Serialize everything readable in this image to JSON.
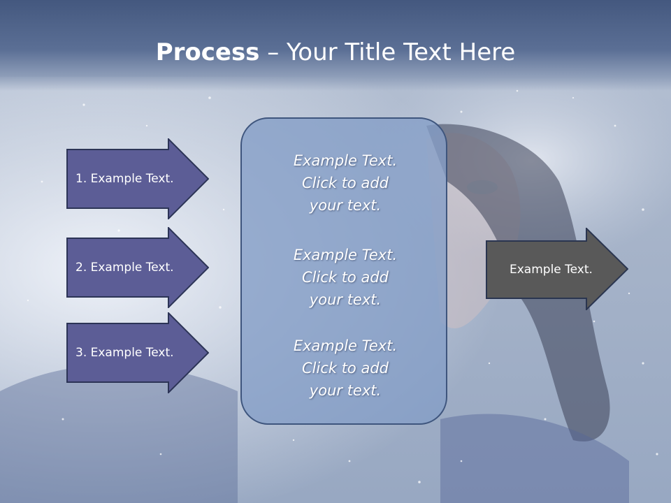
{
  "title": {
    "bold": "Process",
    "rest": " – Your Title Text Here"
  },
  "left_arrows": [
    {
      "label": "1. Example Text."
    },
    {
      "label": "2. Example Text."
    },
    {
      "label": "3. Example Text."
    }
  ],
  "center_panel": {
    "blocks": [
      {
        "lines": [
          "Example Text.",
          "Click  to add",
          "your text."
        ]
      },
      {
        "lines": [
          "Example Text.",
          "Click  to add",
          "your text."
        ]
      },
      {
        "lines": [
          "Example Text.",
          "Click  to add",
          "your text."
        ]
      }
    ]
  },
  "right_arrow": {
    "label": "Example Text."
  },
  "colors": {
    "header": "#4d618a",
    "left_arrow_fill": "#5c5d96",
    "right_arrow_fill": "#595959",
    "panel_fill": "#849dc6",
    "text": "#ffffff"
  }
}
